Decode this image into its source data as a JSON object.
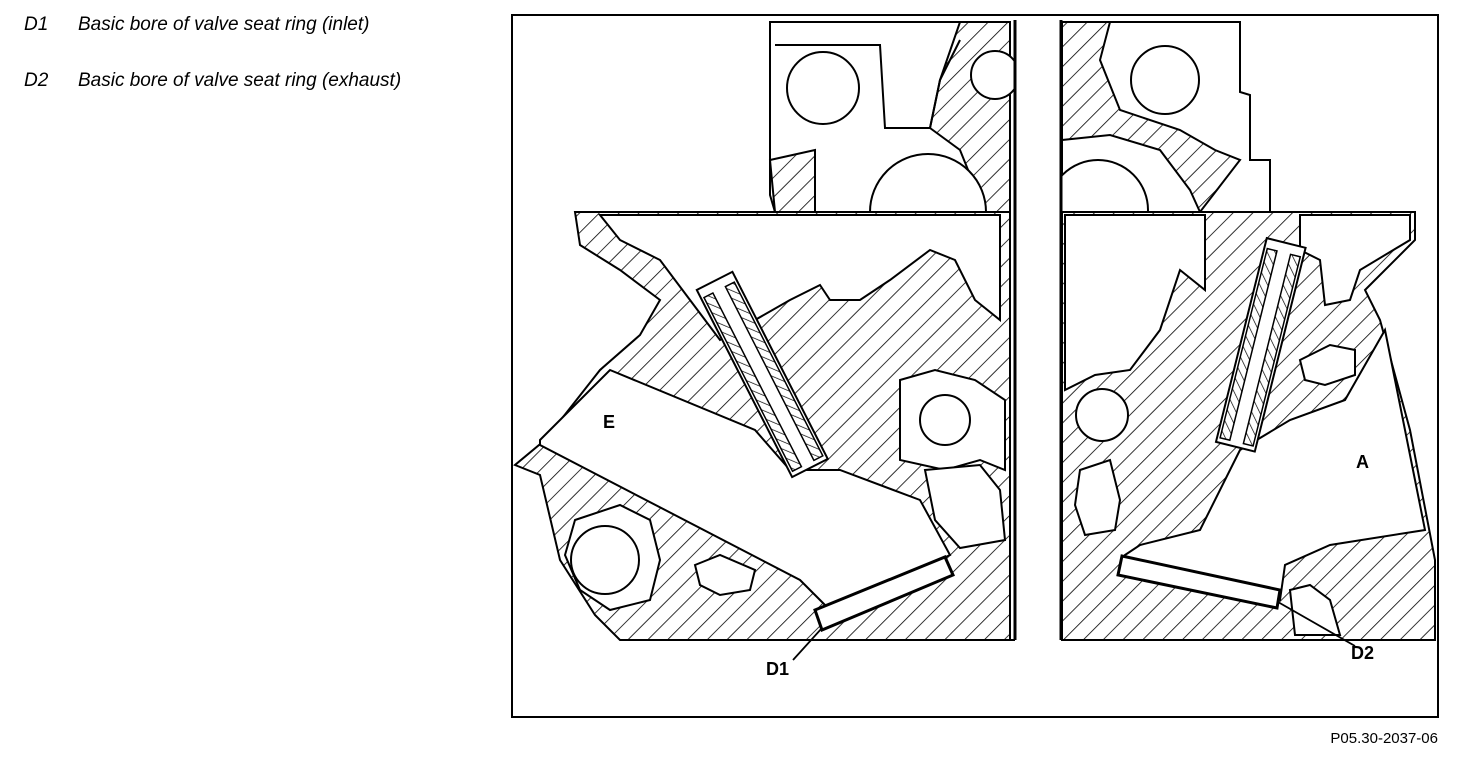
{
  "legend": {
    "items": [
      {
        "key": "D1",
        "text": "Basic bore of valve seat ring (inlet)"
      },
      {
        "key": "D2",
        "text": "Basic bore of valve seat ring (exhaust)"
      }
    ]
  },
  "figure": {
    "labels": {
      "inlet_port": "E",
      "exhaust_port": "A",
      "d1": "D1",
      "d2": "D2"
    },
    "figure_id": "P05.30-2037-06"
  }
}
